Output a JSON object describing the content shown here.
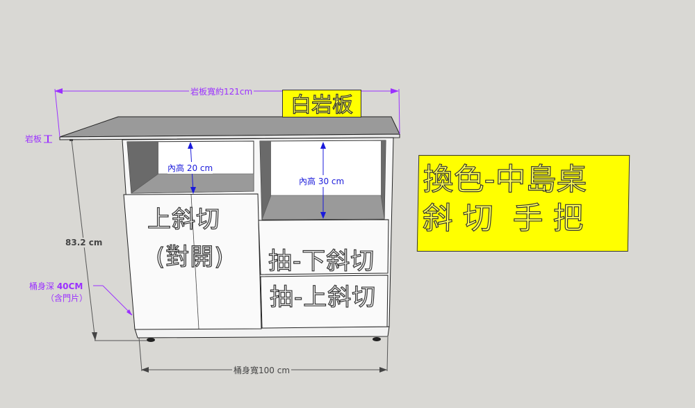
{
  "dimensions": {
    "slab_width": "岩板寬約121cm",
    "slab_thickness_label": "岩板",
    "total_height": "83.2 cm",
    "body_depth_prefix": "桶身深 ",
    "body_depth_value": "40CM",
    "body_depth_note": "（含門片）",
    "body_width": "桶身寬100 cm",
    "inner_height_left": "內高 20 cm",
    "inner_height_right": "內高 30 cm"
  },
  "labels": {
    "top_material": "白岩板",
    "door": "上斜切",
    "door_note": "(對開)",
    "drawer_top": "抽-下斜切",
    "drawer_bottom": "抽-上斜切",
    "sign_line1": "換色-中島桌",
    "sign_line2": "斜 切  手 把"
  },
  "colors": {
    "background": "#d9d8d4",
    "dimension_purple": "#9b30ff",
    "dimension_blue": "#1a1adb",
    "sign_yellow": "#ffff00"
  }
}
